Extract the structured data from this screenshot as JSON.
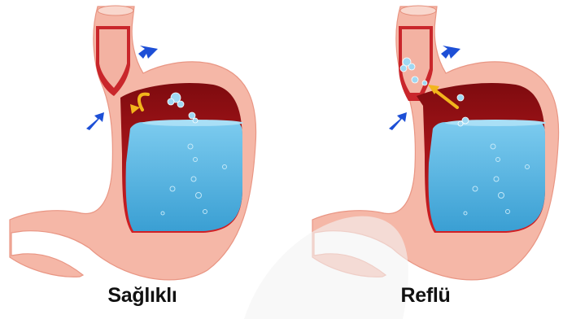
{
  "panels": [
    {
      "label": "Sağlıklı",
      "state": "healthy",
      "sphincter": "closed"
    },
    {
      "label": "Reflü",
      "state": "reflux",
      "sphincter": "open"
    }
  ],
  "colors": {
    "stomach_outer": "#f4b5a6",
    "stomach_inner_wall": "#f7c8bb",
    "acid_top": "#b8141a",
    "liquid": "#5fbbe6",
    "liquid_dark": "#3b9fd1",
    "arrow_blue": "#1d4fd6",
    "arrow_yellow": "#f2b51c",
    "watermark": "#f2f2f2"
  },
  "icons": [
    "pressure-arrow-icon",
    "acid-flow-arrow-icon",
    "bubble-icon"
  ]
}
